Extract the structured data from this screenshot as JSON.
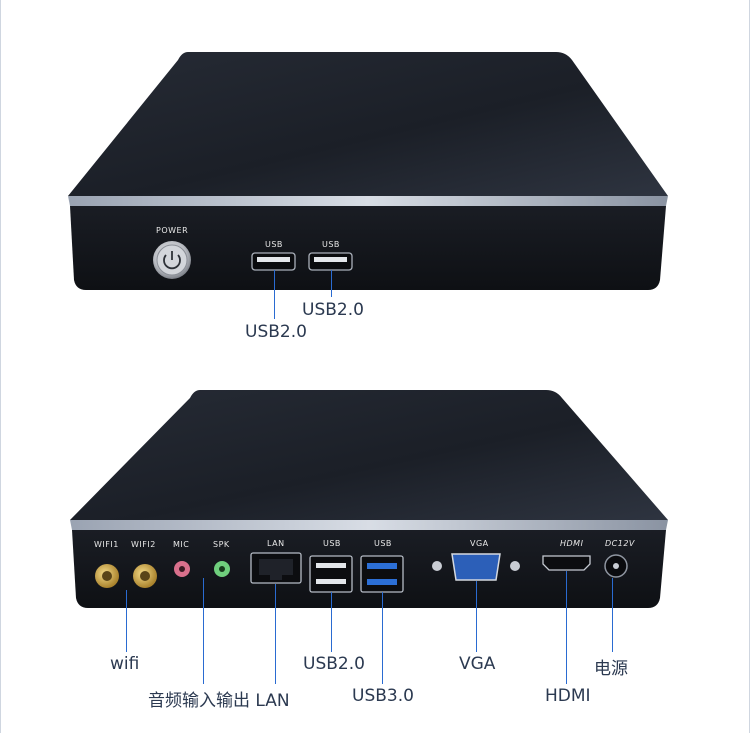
{
  "front_view": {
    "port_labels": {
      "power": "POWER",
      "usb_1": "USB",
      "usb_2": "USB"
    },
    "callouts": {
      "usb_left": "USB2.0",
      "usb_right": "USB2.0"
    }
  },
  "rear_view": {
    "port_labels": {
      "wifi1": "WIFI1",
      "wifi2": "WIFI2",
      "mic": "MIC",
      "spk": "SPK",
      "lan": "LAN",
      "usb_a": "USB",
      "usb_b": "USB",
      "vga": "VGA",
      "hdmi": "HDMI",
      "dc": "DC12V"
    },
    "callouts": {
      "wifi": "wifi",
      "audio_lan": "音频输入输出 LAN",
      "usb2": "USB2.0",
      "usb3": "USB3.0",
      "vga": "VGA",
      "hdmi": "HDMI",
      "power": "电源"
    }
  },
  "colors": {
    "callout_line": "#2a6bd1",
    "callout_text": "#2b3950",
    "chassis": "#15181f",
    "usb3_blue": "#2c6fd6",
    "vga_blue": "#2c5fb8",
    "mic_pink": "#d9708c",
    "spk_green": "#6fcf7d"
  }
}
